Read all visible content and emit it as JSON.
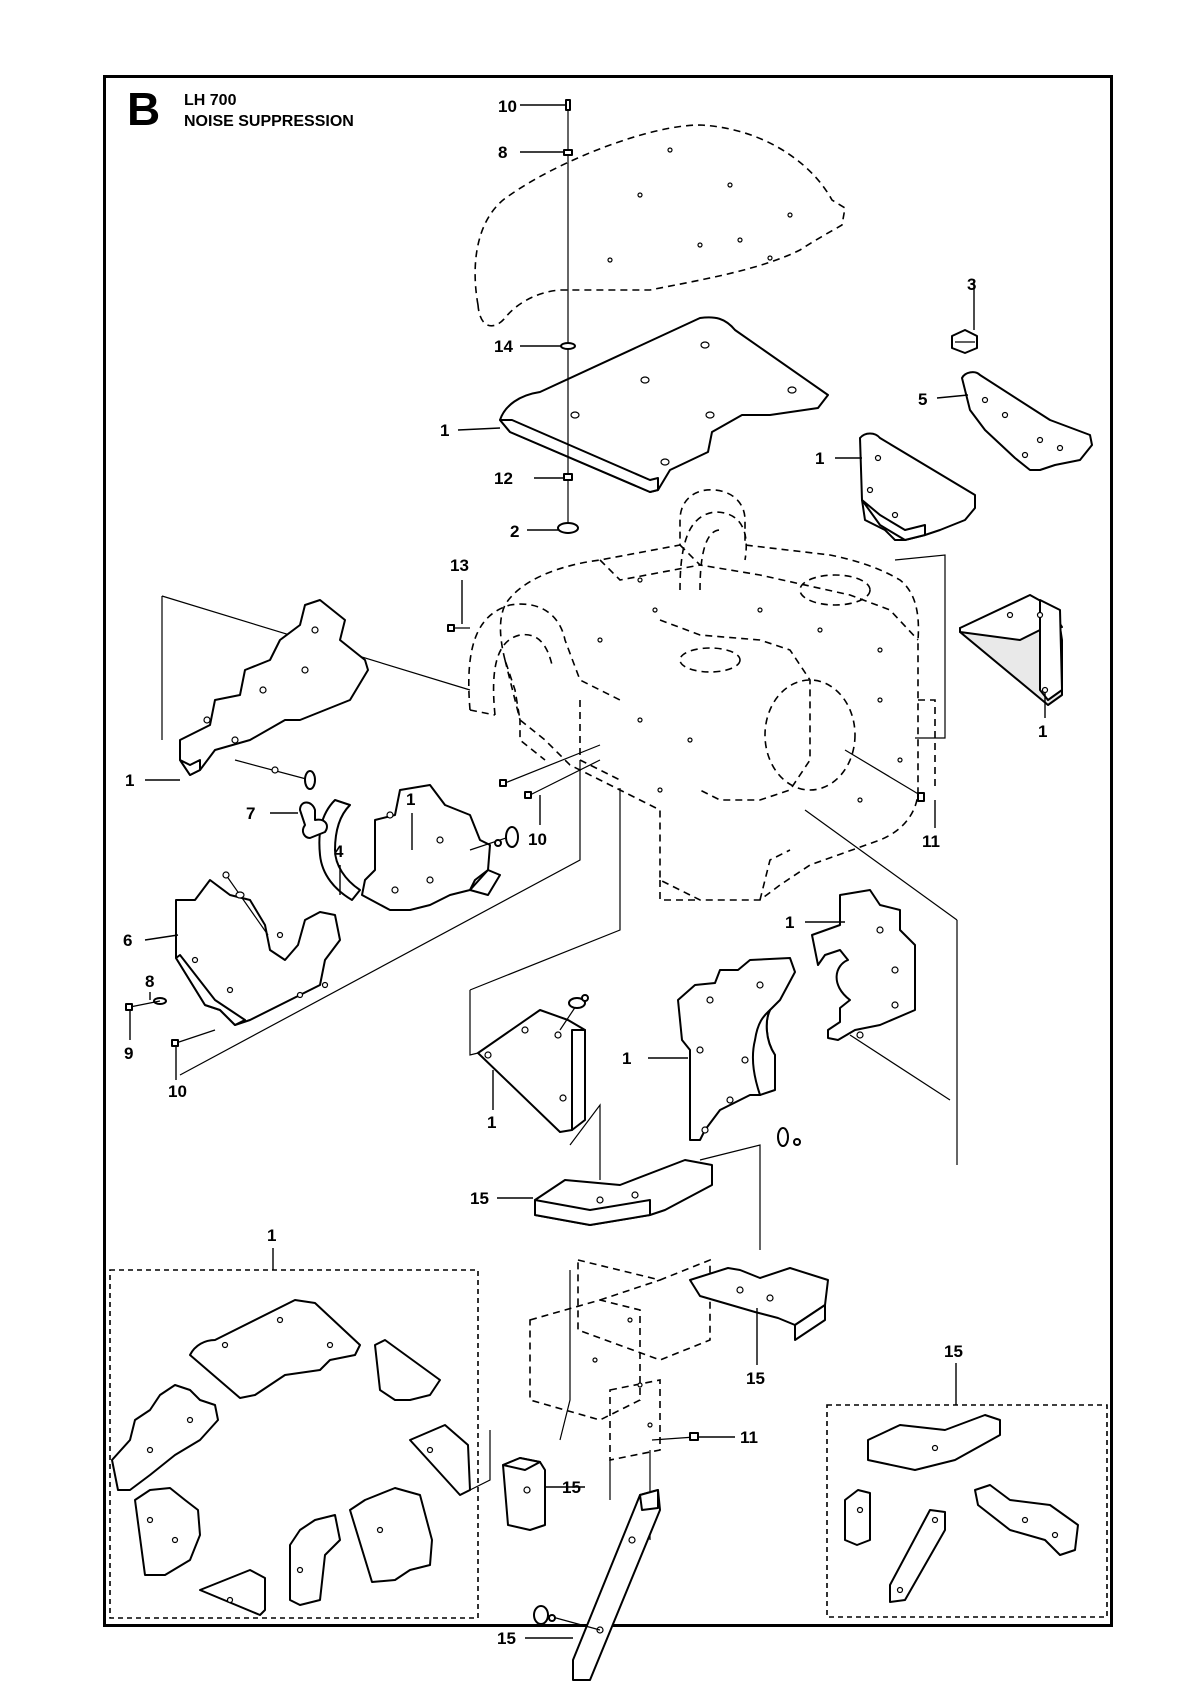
{
  "sheet": {
    "section_letter": "B",
    "model": "LH 700",
    "title": "NOISE SUPPRESSION"
  },
  "callouts": {
    "c10_top": "10",
    "c8_top": "8",
    "c3": "3",
    "c14": "14",
    "c5": "5",
    "c1_topplate": "1",
    "c1_rightpanel": "1",
    "c12": "12",
    "c2": "2",
    "c13": "13",
    "c1_rightblock": "1",
    "c1_leftpanel": "1",
    "c1_midpanel": "1",
    "c4": "4",
    "c7": "7",
    "c10_mid": "10",
    "c11_mid": "11",
    "c6": "6",
    "c8_left": "8",
    "c9": "9",
    "c10_left": "10",
    "c1_rearpanel": "1",
    "c1_sidepanel": "1",
    "c1_smallblock": "1",
    "c15_top": "15",
    "c1_kit": "1",
    "c15_rightbar": "15",
    "c15_kit": "15",
    "c11_bottom": "11",
    "c15_smallblock": "15",
    "c15_bottombar": "15"
  }
}
